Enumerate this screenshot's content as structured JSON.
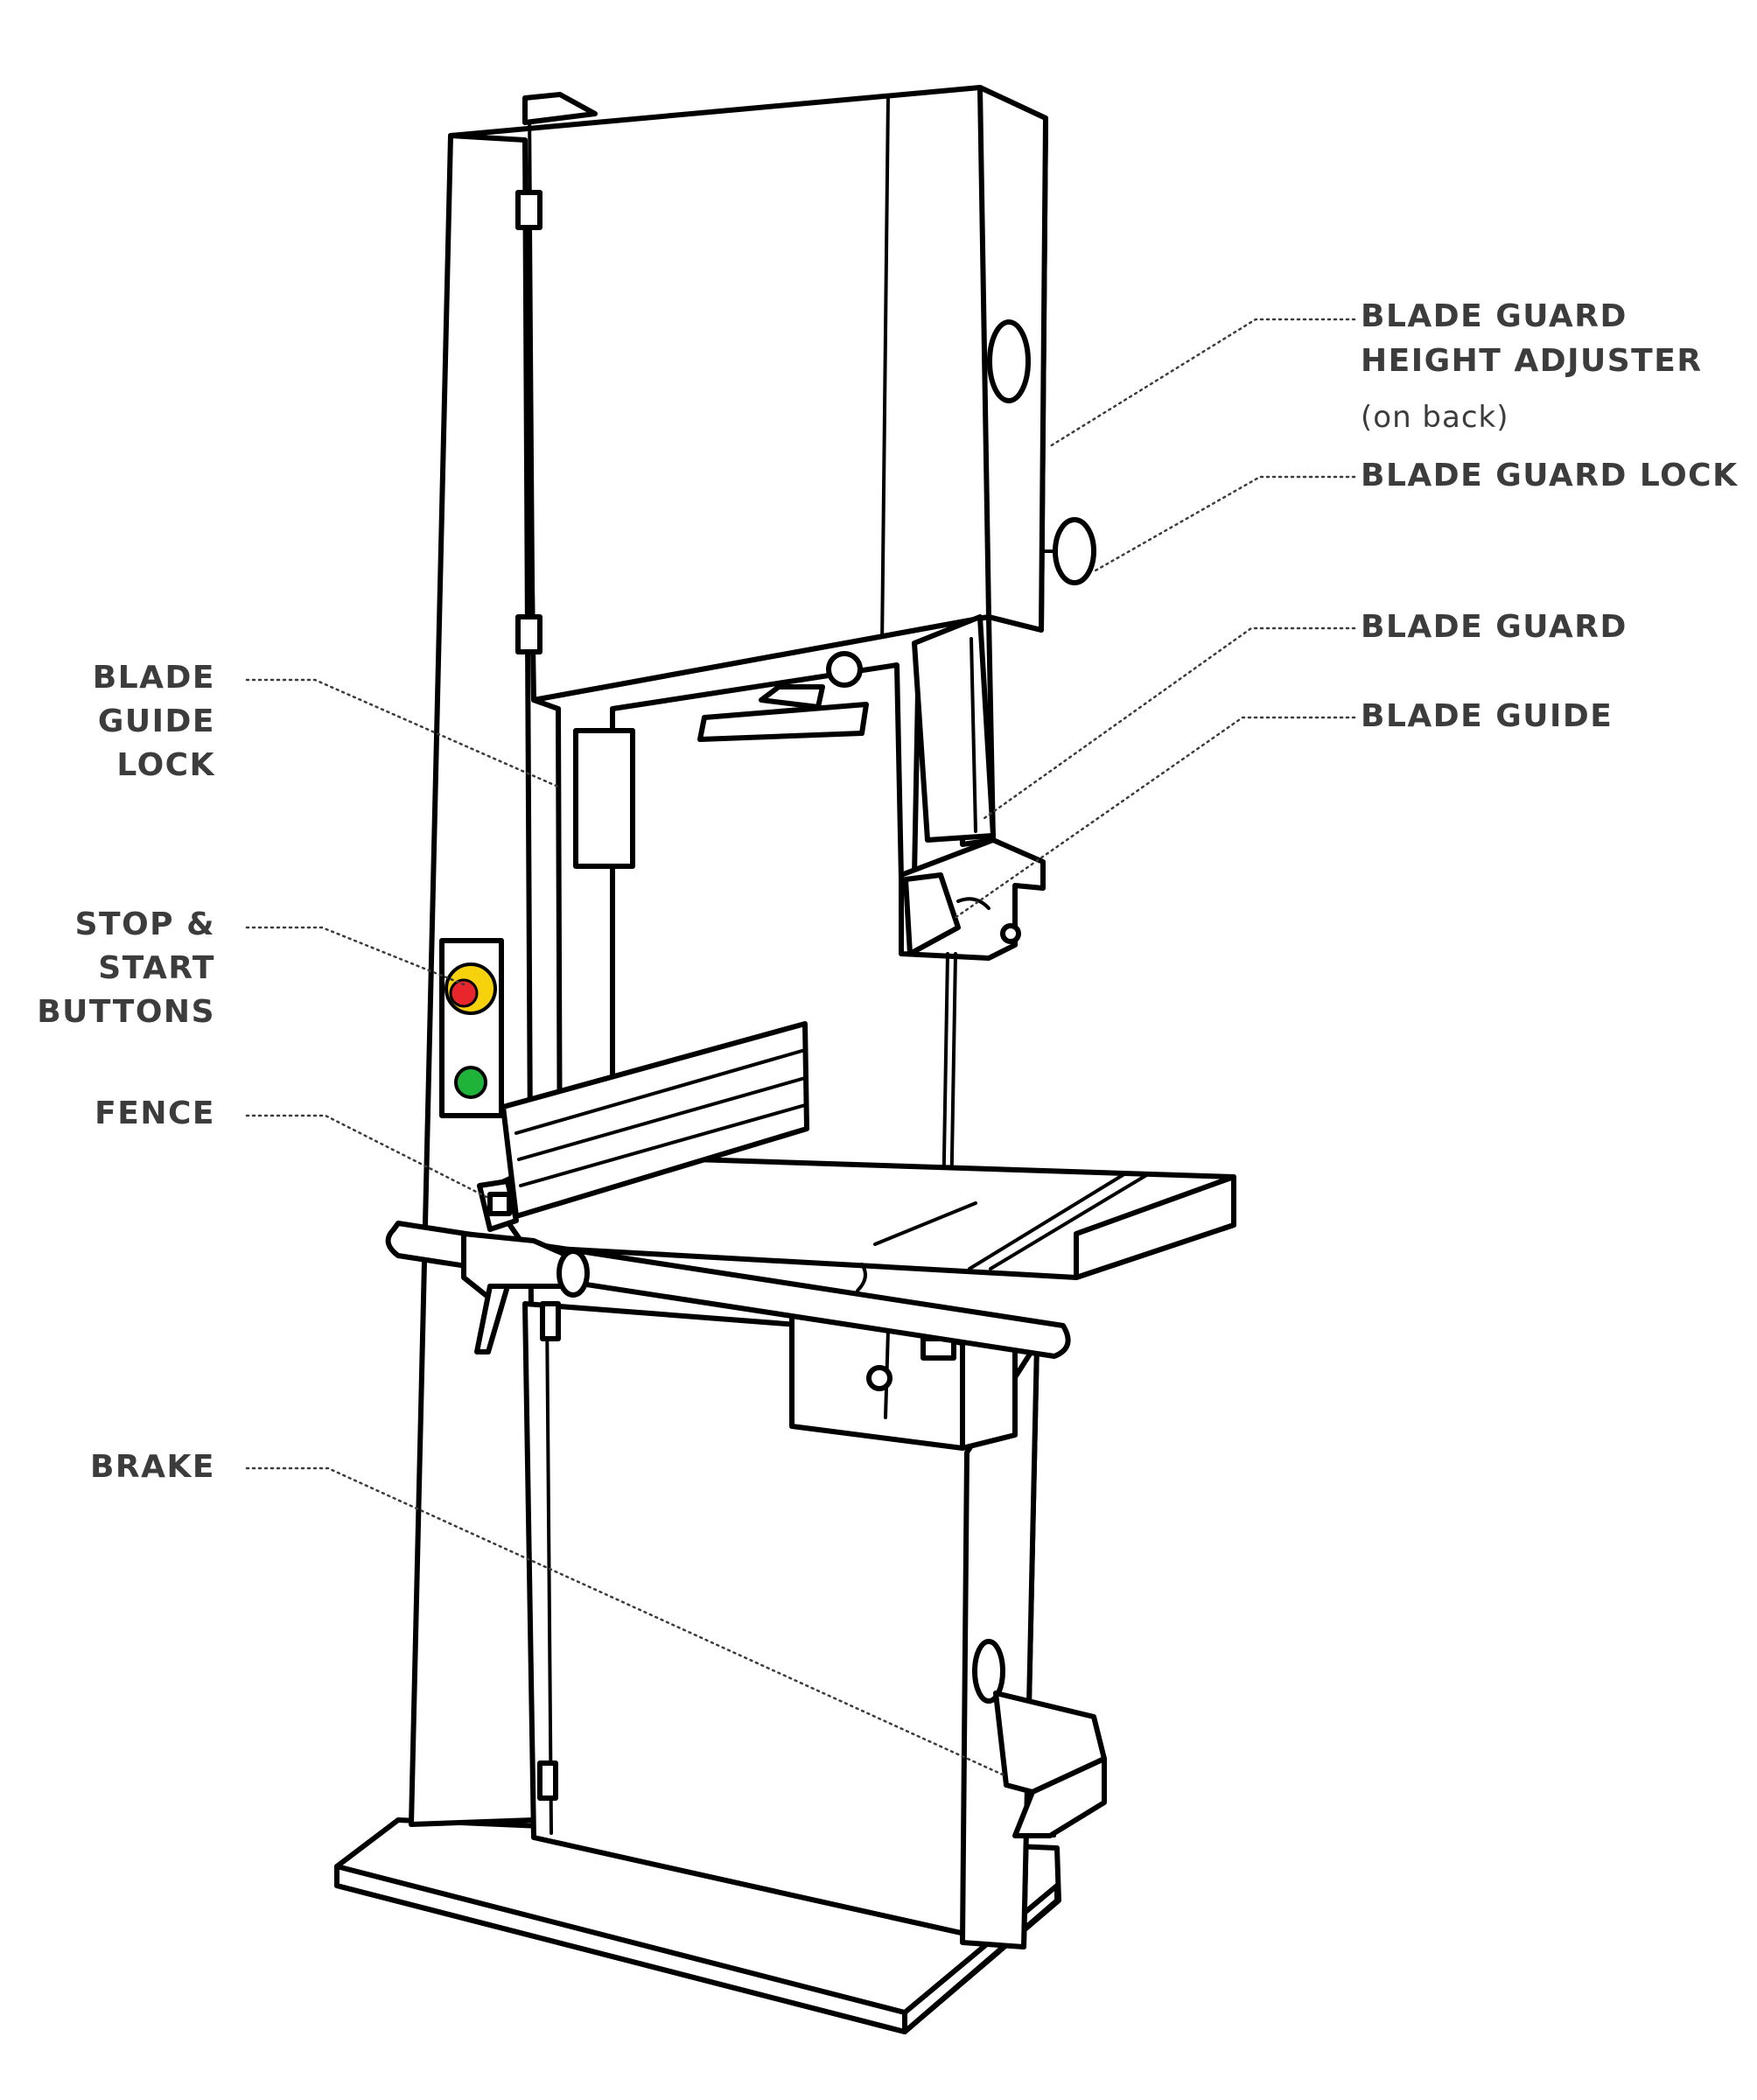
{
  "labels": {
    "blade_guard_height_adjuster_line1": "BLADE GUARD",
    "blade_guard_height_adjuster_line2": "HEIGHT ADJUSTER",
    "blade_guard_height_adjuster_note": "(on back)",
    "blade_guard_lock": "BLADE GUARD LOCK",
    "blade_guard": "BLADE GUARD",
    "blade_guide": "BLADE GUIDE",
    "blade_guide_lock_line1": "BLADE",
    "blade_guide_lock_line2": "GUIDE",
    "blade_guide_lock_line3": "LOCK",
    "stop_start_line1": "STOP &",
    "stop_start_line2": "START",
    "stop_start_line3": "BUTTONS",
    "fence": "FENCE",
    "brake": "BRAKE"
  },
  "colors": {
    "label_text": "#3c3c3c",
    "stop_button": "#e8262b",
    "stop_button_ring": "#f5d20c",
    "start_button": "#1fb33a",
    "outline": "#000000"
  }
}
